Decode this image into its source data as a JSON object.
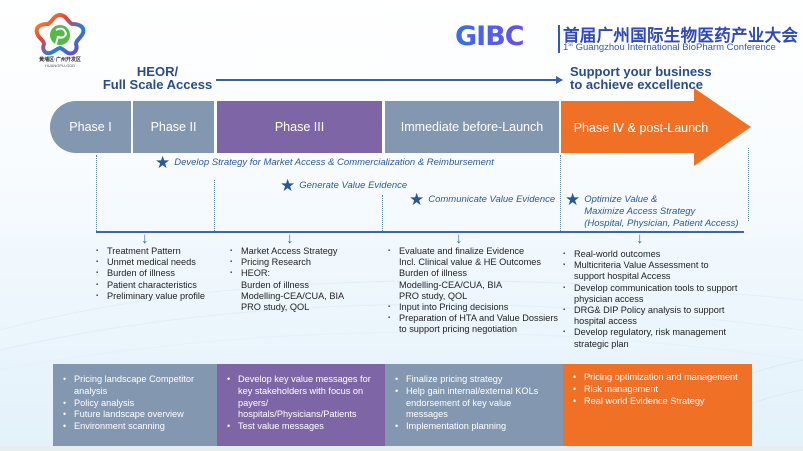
{
  "logos": {
    "left_cn": "黄埔区·广州开发区",
    "left_en": "HUANGPU-GDD",
    "gibc_mark": "GIBC",
    "conference_cn": "首届广州国际生物医药产业大会",
    "conference_en_prefix": "1",
    "conference_en_sup": "st",
    "conference_en": " Guangzhou International BioPharm Conference"
  },
  "headers": {
    "heor_line1": "HEOR/",
    "heor_line2": "Full Scale Access",
    "support_line1": "Support your business",
    "support_line2": "to achieve excellence"
  },
  "phases": [
    {
      "label": "Phase I"
    },
    {
      "label": "Phase II"
    },
    {
      "label": "Phase III"
    },
    {
      "label": "Immediate before-Launch"
    },
    {
      "label": "Phase Ⅳ  & post-Launch"
    }
  ],
  "milestones": [
    {
      "icon": "star-icon",
      "text": "Develop Strategy for Market Access & Commercialization & Reimbursement"
    },
    {
      "icon": "star-icon",
      "text": "Generate Value Evidence"
    },
    {
      "icon": "star-icon",
      "text": "Communicate Value Evidence"
    },
    {
      "icon": "star-icon",
      "line1": "Optimize Value &",
      "line2": "Maximize Access Strategy",
      "line3": "(Hospital, Physician, Patient Access)"
    }
  ],
  "activities": {
    "col1": [
      "Treatment Pattern",
      "Unmet medical needs",
      "Burden of illness",
      "Patient characteristics",
      "Preliminary value profile"
    ],
    "col2": {
      "items": [
        "Market Access Strategy",
        "Pricing Research",
        "HEOR:"
      ],
      "heor_sub": [
        "Burden of illness",
        "Modelling-CEA/CUA, BIA",
        "PRO study, QOL"
      ]
    },
    "col3": {
      "first": "Evaluate and finalize Evidence",
      "first_sub": [
        "Incl. Clinical value & HE Outcomes",
        "Burden of illness",
        "Modelling-CEA/CUA, BIA",
        "PRO study, QOL"
      ],
      "items": [
        "Input into Pricing decisions",
        "Preparation of HTA and Value Dossiers to support pricing negotiation"
      ]
    },
    "col4": [
      "Real-world outcomes",
      "Multicriteria Value Assessment to support hospital Access",
      "Develop communication tools to support physician access",
      "DRG& DIP Policy analysis to support hospital access",
      "Develop regulatory, risk management strategic plan"
    ]
  },
  "boxes": {
    "box1": [
      "Pricing landscape Competitor analysis",
      "Policy analysis",
      "Future landscape overview",
      "Environment scanning"
    ],
    "box2": [
      "Develop key value messages for key stakeholders with focus on payers/ hospitals/Physicians/Patients",
      "Test value messages"
    ],
    "box3": [
      "Finalize pricing strategy",
      "Help gain internal/external KOLs endorsement of key value messages",
      "Implementation planning"
    ],
    "box4": [
      "Pricing optimization and management",
      "Risk management",
      "Real world Evidence Strategy"
    ]
  },
  "colors": {
    "gray_blue": "#8397b0",
    "purple": "#7e66a6",
    "orange": "#f07125",
    "dark_blue_text": "#2b4b8c"
  }
}
